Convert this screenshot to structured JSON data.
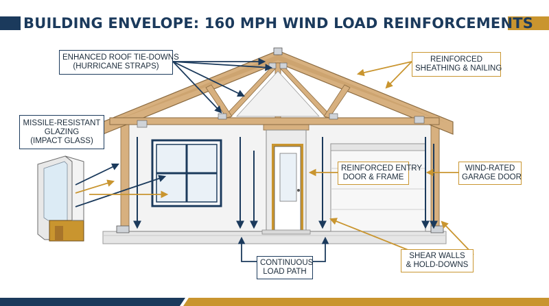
{
  "title": "BUILDING ENVELOPE: 160 MPH WIND LOAD REINFORCEMENTS",
  "colors": {
    "navy": "#1b3a5c",
    "gold": "#c9952f",
    "timber": "#d7b07f",
    "wall": "#f2f2f2"
  },
  "callouts": {
    "roof_tie_downs": {
      "line1": "ENHANCED ROOF TIE-DOWNS",
      "line2": "(HURRICANE STRAPS)"
    },
    "sheathing": {
      "line1": "REINFORCED",
      "line2": "SHEATHING & NAILING"
    },
    "glazing": {
      "line1": "MISSILE-RESISTANT",
      "line2": "GLAZING",
      "line3": "(IMPACT GLASS)"
    },
    "entry_door": {
      "line1": "REINFORCED ENTRY",
      "line2": "DOOR & FRAME"
    },
    "garage_door": {
      "line1": "WIND-RATED",
      "line2": "GARAGE DOOR"
    },
    "load_path": {
      "line1": "CONTINUOUS",
      "line2": "LOAD PATH"
    },
    "shear_walls": {
      "line1": "SHEAR WALLS",
      "line2": "& HOLD-DOWNS"
    }
  },
  "icons": [
    "impact-glass-section-icon",
    "hurricane-strap-icon",
    "house-cross-section-icon"
  ]
}
